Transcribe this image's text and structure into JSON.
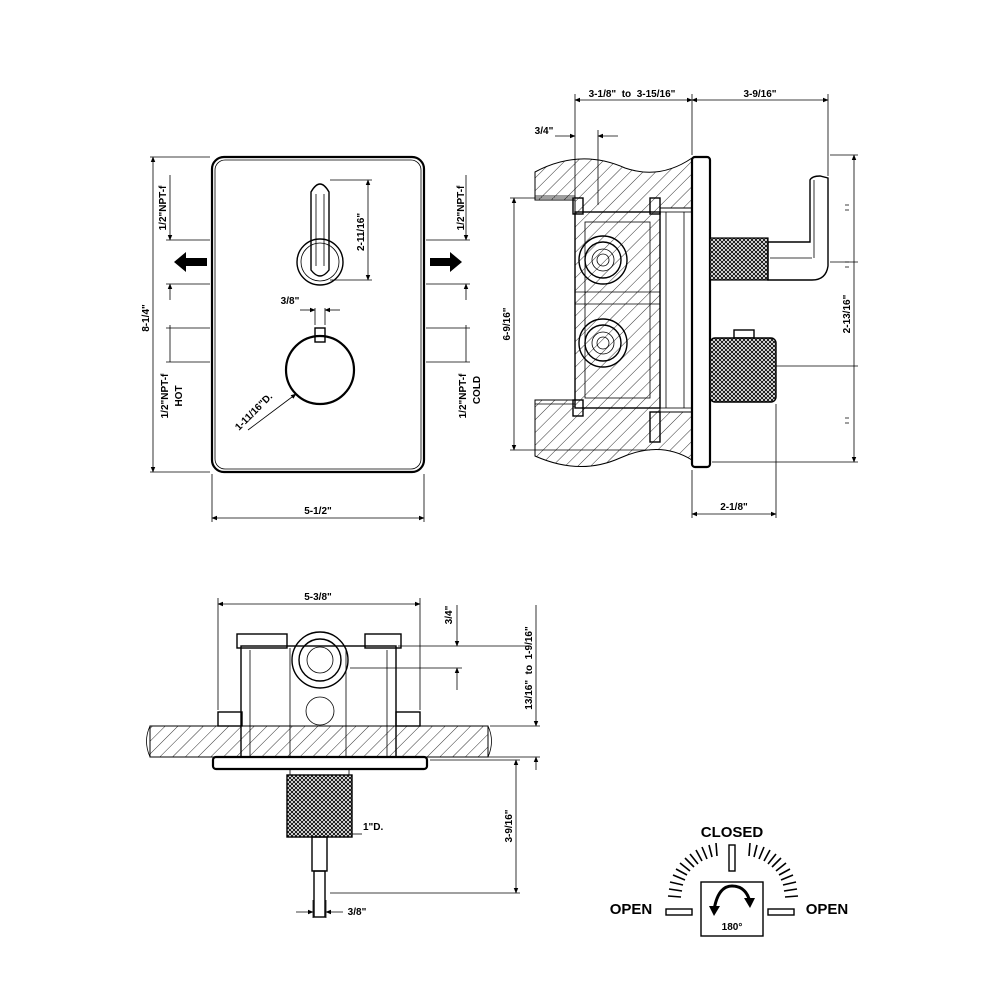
{
  "front_view": {
    "overall_height": "8-1/4\"",
    "overall_width": "5-1/2\"",
    "lever_travel": "2-11/16\"",
    "stem_width": "3/8\"",
    "knob_diameter": "1-11/16\"D.",
    "outlet_left": "1/2\"NPT-f",
    "outlet_right": "1/2\"NPT-f",
    "inlet_hot_size": "1/2\"NPT-f",
    "inlet_hot": "HOT",
    "inlet_cold_size": "1/2\"NPT-f",
    "inlet_cold": "COLD"
  },
  "side_view": {
    "wall_depth_range": "3-1/8\"  to  3-15/16\"",
    "handle_projection": "3-9/16\"",
    "offset_depth": "3/4\"",
    "body_height": "6-9/16\"",
    "handle_height": "2-13/16\"",
    "knob_projection": "2-1/8\""
  },
  "top_view": {
    "body_width": "5-3/8\"",
    "offset_depth": "3/4\"",
    "depth_range": "13/16\"  to  1-9/16\"",
    "knob_projection": "3-9/16\"",
    "knob_diameter": "1\"D.",
    "stem_width": "3/8\""
  },
  "rotation": {
    "closed_label": "CLOSED",
    "open_left_label": "OPEN",
    "open_right_label": "OPEN",
    "angle": "180°"
  }
}
